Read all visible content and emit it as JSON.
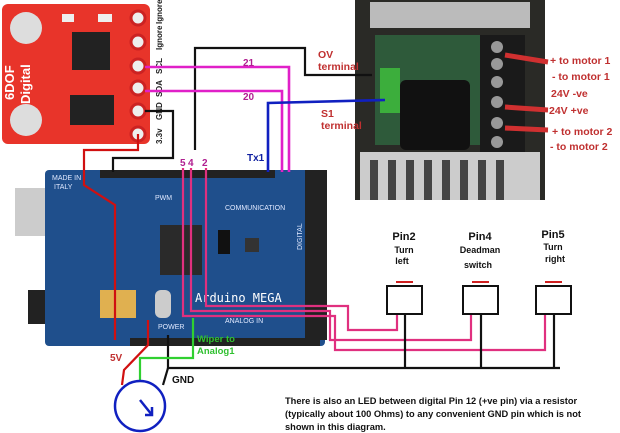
{
  "sensor_board": {
    "title_line1": "6DOF",
    "title_line2": "Digital",
    "pin_labels": [
      "Ignore",
      "Ignore",
      "SCL",
      "SDA",
      "GND",
      "3.3v"
    ]
  },
  "arduino": {
    "made_in": "MADE IN",
    "country": "ITALY",
    "name": "Arduino MEGA",
    "pwm": "PWM",
    "communication": "COMMUNICATION",
    "power": "POWER",
    "analog": "ANALOG IN",
    "digital": "DIGITAL"
  },
  "wires": {
    "scl_pin": "21",
    "sda_pin": "20",
    "tx": "Tx1",
    "pin5": "5",
    "pin4": "4",
    "pin2": "2",
    "five_v": "5V",
    "wiper": "Wiper to",
    "wiper2": "Analog1",
    "gnd": "GND"
  },
  "motor_controller": {
    "ov_terminal_1": "OV",
    "ov_terminal_2": "terminal",
    "s1_terminal_1": "S1",
    "s1_terminal_2": "terminal",
    "outputs": [
      "+ to motor 1",
      "- to motor 1",
      "24V -ve",
      "24V +ve",
      "+ to motor 2",
      "- to motor 2"
    ]
  },
  "switches": [
    {
      "pin": "Pin2",
      "line1": "Turn",
      "line2": "left"
    },
    {
      "pin": "Pin4",
      "line1": "Deadman",
      "line2": "switch"
    },
    {
      "pin": "Pin5",
      "line1": "Turn",
      "line2": "right"
    }
  ],
  "note": [
    "There is also an LED between digital Pin 12 (+ve pin) via a resistor",
    "(typically about 100 Ohms) to any convenient GND pin which is not",
    "shown in this diagram."
  ],
  "colors": {
    "sensor_red": "#e8342a",
    "arduino_blue": "#1f4f8c",
    "wire_magenta": "#e020c8",
    "wire_pink": "#e0307f",
    "wire_blue": "#1020c0",
    "wire_green": "#30d030",
    "wire_red": "#d01010",
    "label_red": "#c03030"
  }
}
